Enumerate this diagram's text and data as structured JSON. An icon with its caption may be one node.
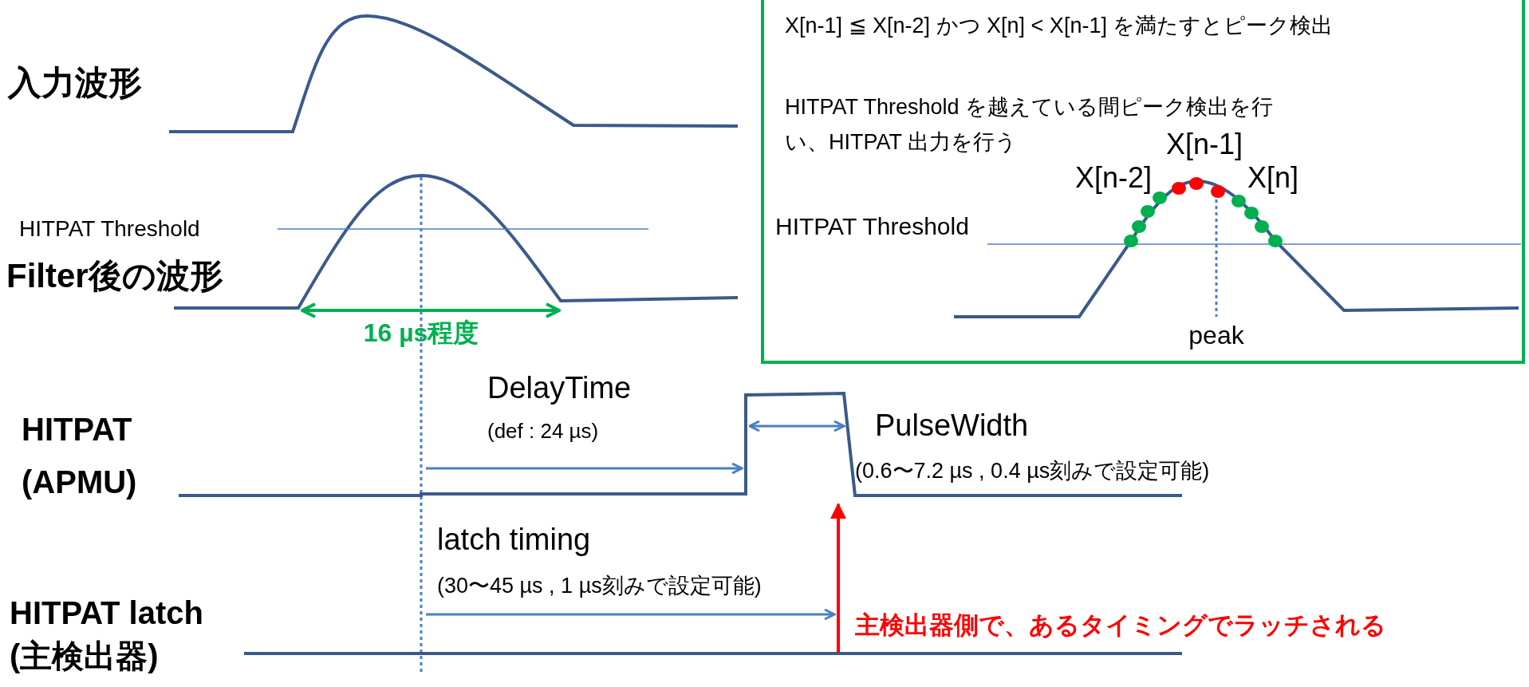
{
  "diagram": {
    "nodes": [
      {
        "text": [
          "X[n-1] ≦ X[n-2] かつ X[n] < X[n-1] を満たすとピーク検出",
          "HITPAT Threshold を越えている間ピーク検出を行い、HITPAT 出力を行う"
        ]
      }
    ],
    "labels": [
      "入力波形",
      "HITPAT Threshold",
      "Filter後の波形",
      "16 µs程度",
      "X[n-1]",
      "X[n-2]",
      "X[n]",
      "HITPAT Threshold",
      "peak",
      "DelayTime",
      "(def : 24 µs)",
      "PulseWidth",
      "(0.6〜7.2 µs , 0.4 µs刻みで設定可能)",
      "HITPAT (APMU)",
      "latch timing",
      "(30〜45 µs , 1 µs刻みで設定可能)",
      "主検出器側で、あるタイミングでラッチされる",
      "HITPAT latch (主検出器)"
    ]
  }
}
